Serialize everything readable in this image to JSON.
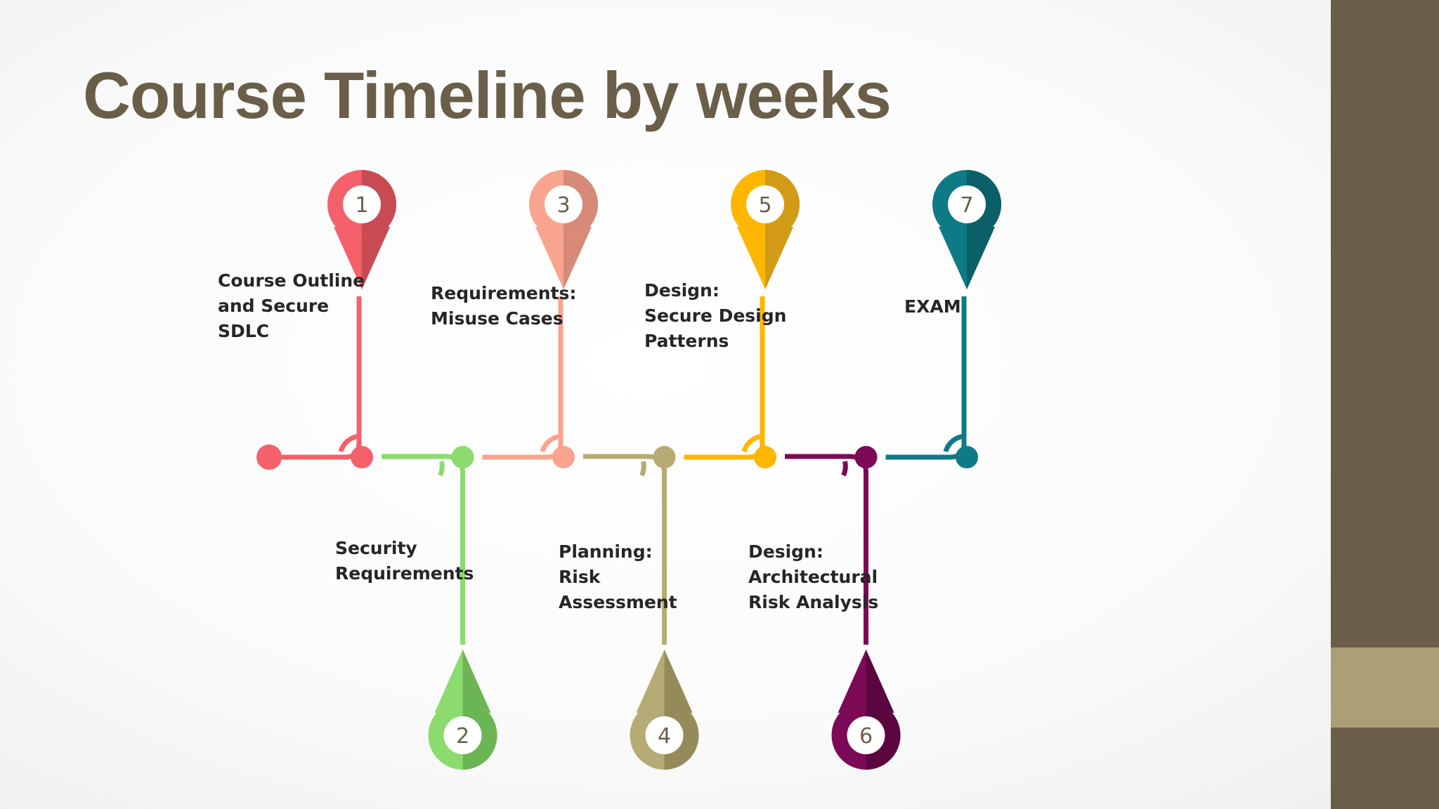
{
  "title": "Course Timeline by weeks",
  "colors": {
    "title": "#6b5e49",
    "side_bar": "#6b5e49",
    "side_accent": "#ab9f76"
  },
  "milestones": [
    {
      "number": "1",
      "text": "Course Outline\nand Secure\nSDLC",
      "color": "#f4616a",
      "shade": "#c84a52"
    },
    {
      "number": "2",
      "text": "Security\nRequirements",
      "color": "#8bdb6e",
      "shade": "#6cb555"
    },
    {
      "number": "3",
      "text": "Requirements:\nMisuse Cases",
      "color": "#f8a48f",
      "shade": "#d88a79"
    },
    {
      "number": "4",
      "text": "Planning:\nRisk\nAssessment",
      "color": "#b7ab75",
      "shade": "#958a5a"
    },
    {
      "number": "5",
      "text": "Design:\nSecure Design\nPatterns",
      "color": "#ffb600",
      "shade": "#d19a17"
    },
    {
      "number": "6",
      "text": "Design:\nArchitectural\nRisk Analysis",
      "color": "#7d0a56",
      "shade": "#5c0640"
    },
    {
      "number": "7",
      "text": "EXAM",
      "color": "#0e7a85",
      "shade": "#0a5f68"
    }
  ]
}
